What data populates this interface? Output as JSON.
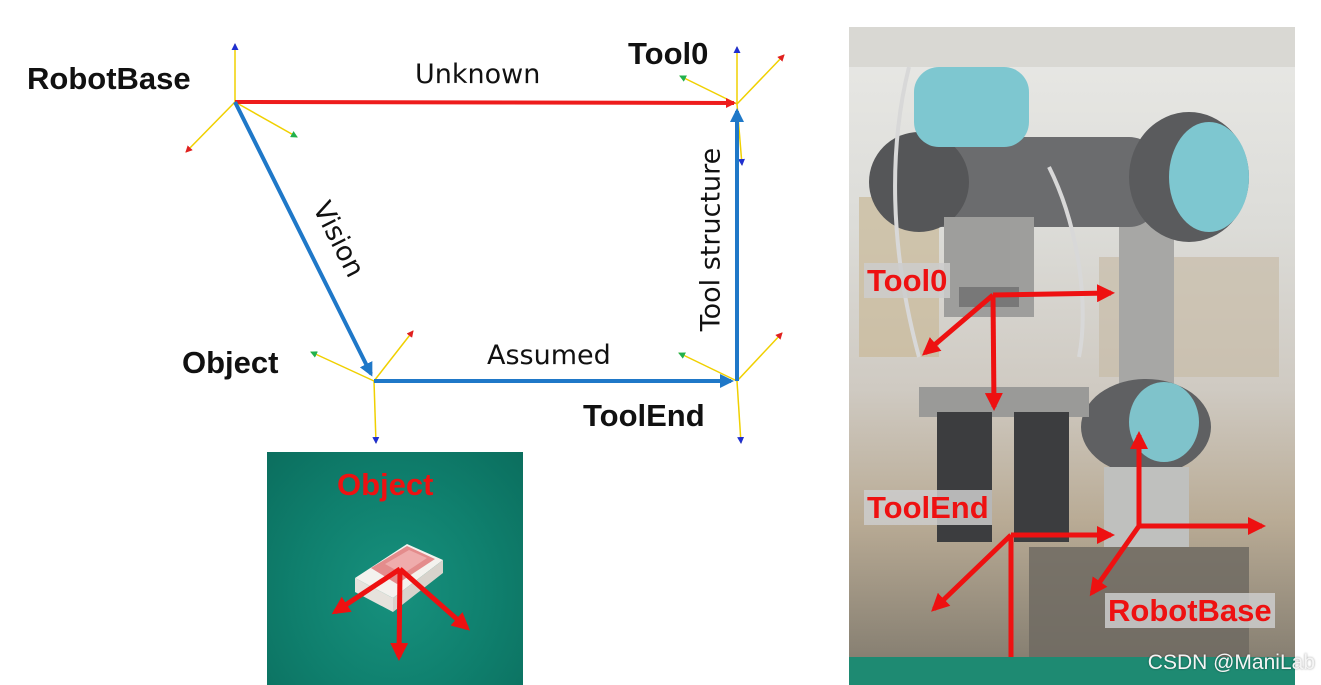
{
  "diagram": {
    "frames": {
      "robot_base": "RobotBase",
      "tool0": "Tool0",
      "object": "Object",
      "tool_end": "ToolEnd"
    },
    "edges": {
      "unknown": "Unknown",
      "vision": "Vision",
      "assumed": "Assumed",
      "tool_structure": "Tool structure"
    },
    "colors": {
      "unknown_edge": "#ee1c1c",
      "known_edge": "#1f78c8",
      "axis_x": "#e02020",
      "axis_y": "#22b14c",
      "axis_z": "#1f2fd0",
      "photo_label": "#ee1111"
    }
  },
  "object_photo": {
    "label": "Object"
  },
  "robot_photo": {
    "labels": {
      "tool0": "Tool0",
      "tool_end": "ToolEnd",
      "robot_base": "RobotBase"
    },
    "watermark": "CSDN @ManiLab"
  }
}
